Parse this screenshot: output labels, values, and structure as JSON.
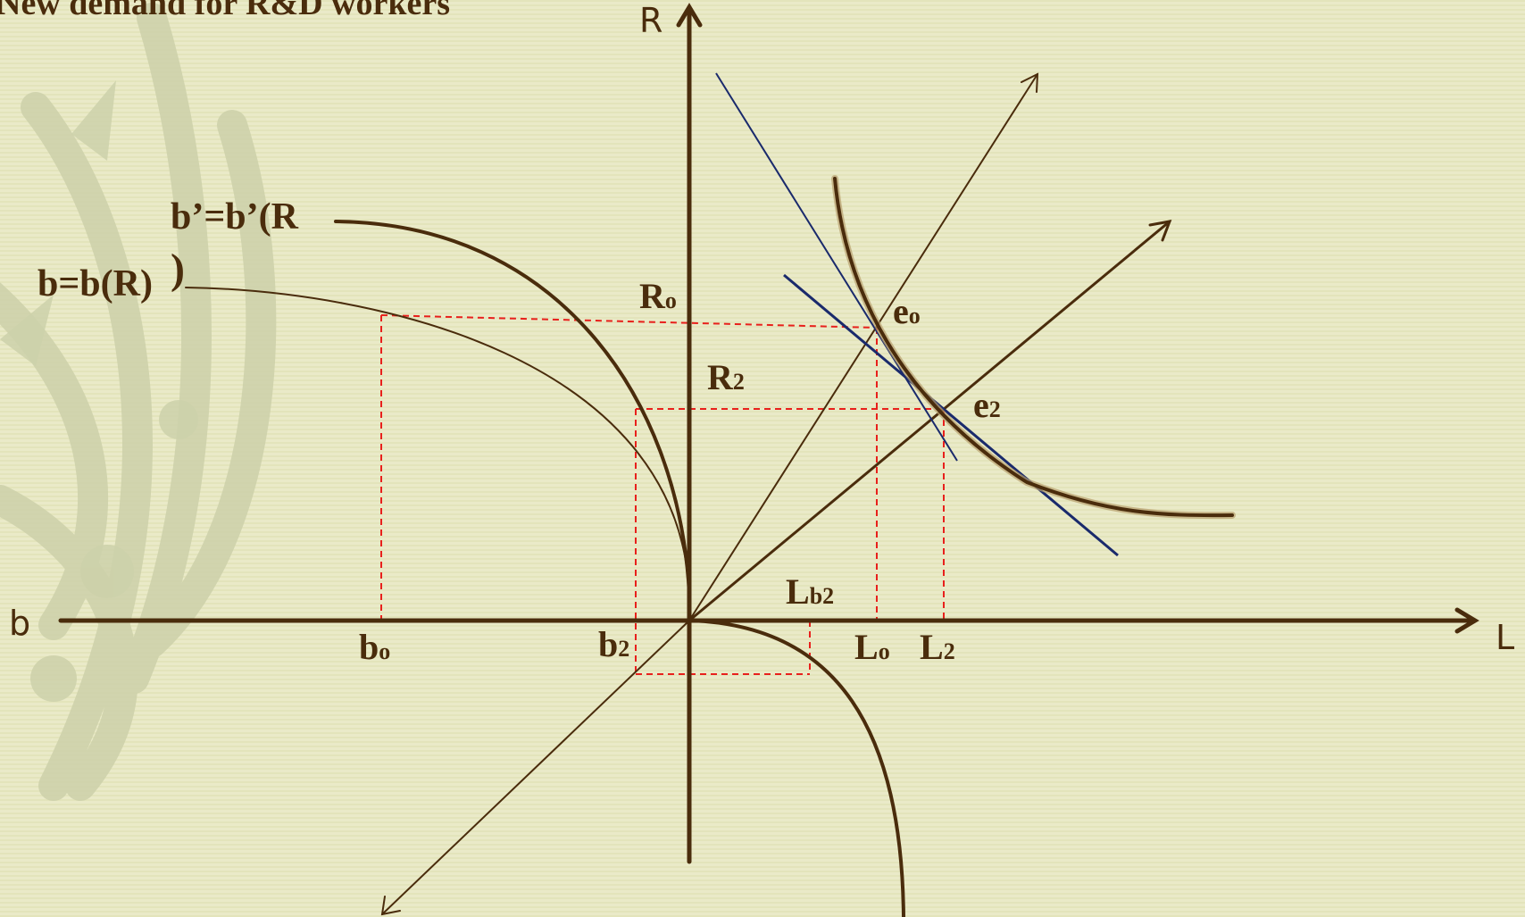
{
  "slide": {
    "title": "New demand for R&D workers"
  },
  "axes": {
    "vertical": "R",
    "left": "b",
    "right": "L"
  },
  "curves": {
    "b_prime_label": "b’=b’(R",
    "b_prime_paren": ")",
    "b_label": "b=b(R)"
  },
  "points": {
    "R0": {
      "main": "R",
      "sub": "o"
    },
    "R2": {
      "main": "R",
      "sub": "2"
    },
    "e0": {
      "main": "e",
      "sub": "o"
    },
    "e2": {
      "main": "e",
      "sub": "2"
    },
    "b0": {
      "main": "b",
      "sub": "o"
    },
    "b2": {
      "main": "b",
      "sub": "2"
    },
    "L0": {
      "main": "L",
      "sub": "o"
    },
    "L2": {
      "main": "L",
      "sub": "2"
    },
    "Lb2": {
      "main": "L",
      "sub": "b2"
    }
  },
  "colors": {
    "background": "#e6e6c0",
    "ink": "#4a2c0c",
    "guide_lines": "#e8201c",
    "tangent_lines": "#1a2a6c",
    "watermark": "#cfd3ad"
  }
}
